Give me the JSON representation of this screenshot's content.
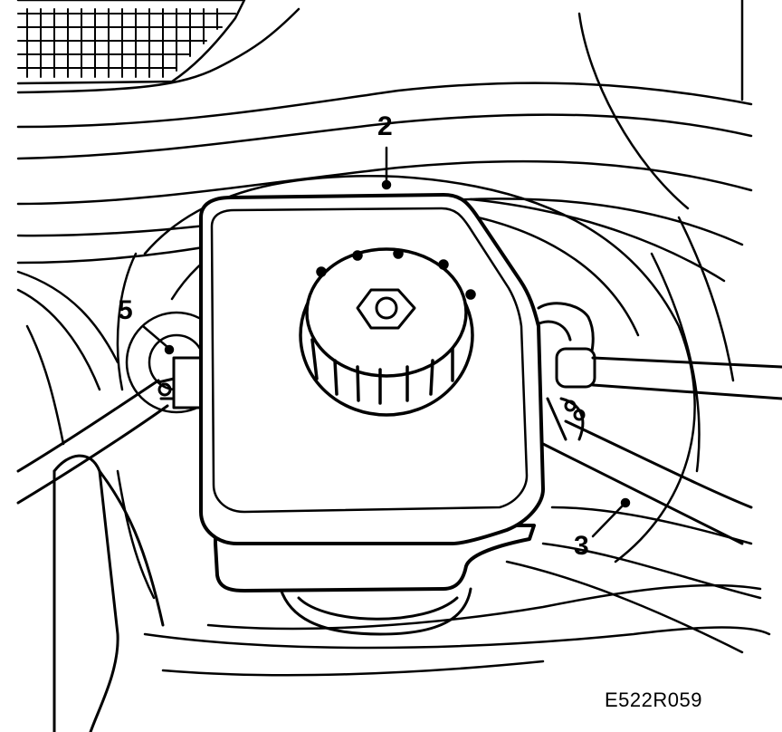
{
  "callouts": {
    "item_2": "2",
    "item_5": "5",
    "item_3": "3"
  },
  "figure_code": "E522R059",
  "colors": {
    "line": "#000000",
    "background": "#ffffff"
  }
}
